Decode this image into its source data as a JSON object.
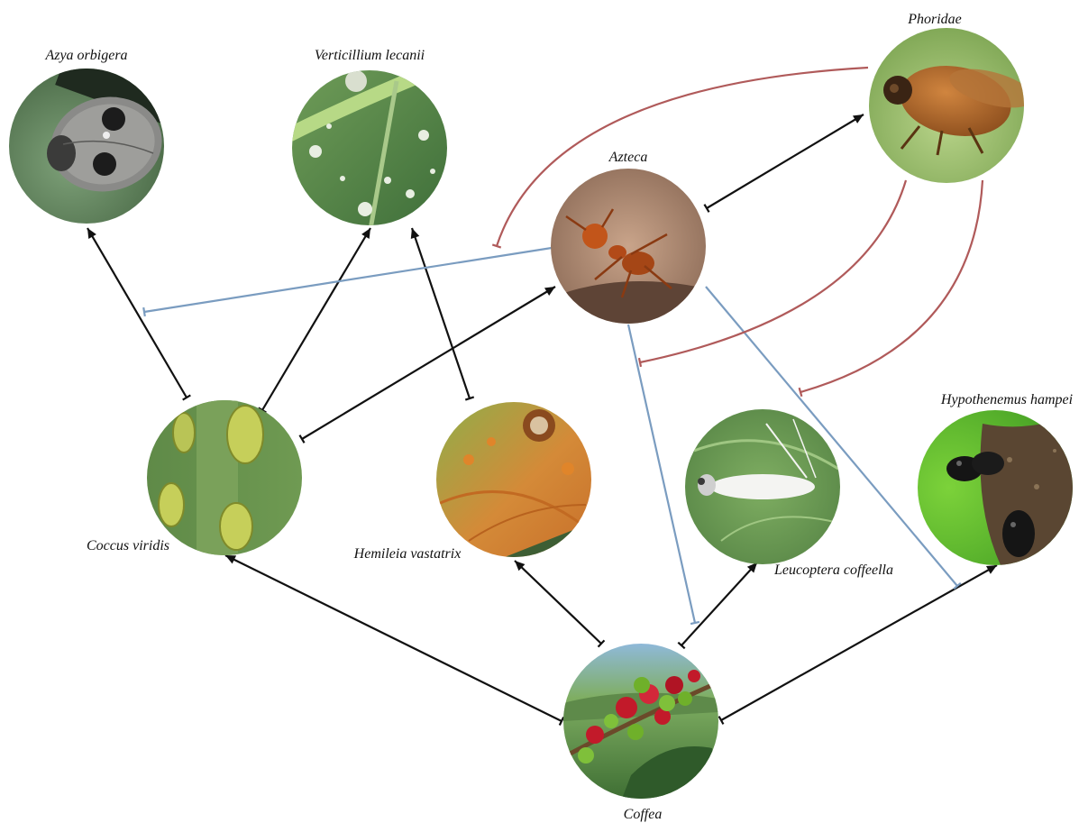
{
  "nodes": [
    {
      "id": "azya",
      "label": "Azya orbigera",
      "image": "gray beetle with two dark spots on green leaf"
    },
    {
      "id": "verticillium",
      "label": "Verticillium lecanii",
      "image": "green leaf with white fungal spots"
    },
    {
      "id": "phoridae",
      "label": "Phoridae",
      "image": "brown fly"
    },
    {
      "id": "azteca",
      "label": "Azteca",
      "image": "red-brown ant on bark"
    },
    {
      "id": "coccus",
      "label": "Coccus viridis",
      "image": "green scale insects on stem"
    },
    {
      "id": "hemileia",
      "label": "Hemileia vastatrix",
      "image": "orange rust spots on coffee leaf"
    },
    {
      "id": "leucoptera",
      "label": "Leucoptera coffeella",
      "image": "white moth on leaf"
    },
    {
      "id": "hypothenemus",
      "label": "Hypothenemus hampei",
      "image": "black beetles on soil, green background"
    },
    {
      "id": "coffea",
      "label": "Coffea",
      "image": "red and green coffee cherries on branch"
    }
  ],
  "edge_colors": {
    "mutual": "#111111",
    "ant_inhibition": "#7a9cc0",
    "phorid_inhibition": "#b05a5a"
  }
}
